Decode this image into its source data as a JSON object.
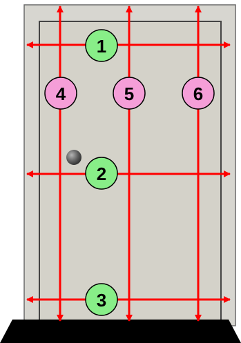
{
  "diagram": {
    "colors": {
      "door_frame": "#d7d6d0",
      "door_panel": "#d4d2c9",
      "door_outline": "#555555",
      "floor": "#000000",
      "measure_line": "#ff0000",
      "horizontal_marker_fill": "#88ee88",
      "vertical_marker_fill": "#f59ed8",
      "knob": "#6a6a6a"
    },
    "horizontal_measurements": [
      {
        "label": "1",
        "marker_color": "#88ee88"
      },
      {
        "label": "2",
        "marker_color": "#88ee88"
      },
      {
        "label": "3",
        "marker_color": "#88ee88"
      }
    ],
    "vertical_measurements": [
      {
        "label": "4",
        "marker_color": "#f59ed8"
      },
      {
        "label": "5",
        "marker_color": "#f59ed8"
      },
      {
        "label": "6",
        "marker_color": "#f59ed8"
      }
    ]
  }
}
